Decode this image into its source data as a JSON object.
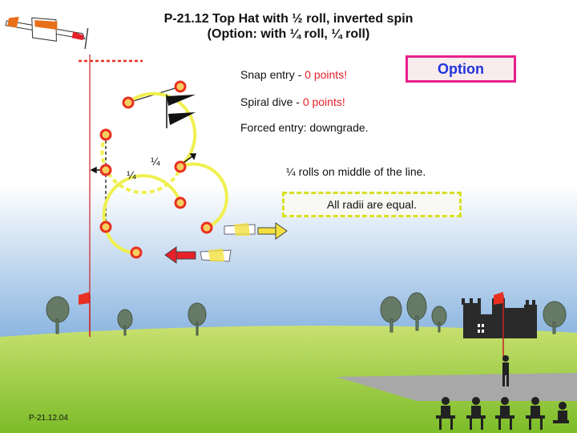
{
  "title_line1": "P-21.12 Top Hat with ½ roll, inverted spin",
  "title_line2": "(Option: with ¼ roll, ¼ roll)",
  "notes": {
    "snap_prefix": "Snap entry - ",
    "snap_points": "0 points!",
    "spiral_prefix": "Spiral dive - ",
    "spiral_points": "0 points!",
    "forced_entry": "Forced entry: downgrade.",
    "quarter_rolls": "¼ rolls on middle of the line."
  },
  "option_label": "Option",
  "radii_label": "All radii are equal.",
  "roll_marks": [
    "¼",
    "¼"
  ],
  "footer_code": "P-21.12.04",
  "colors": {
    "sky": "#8bb5e0",
    "grass": "#8cc832",
    "loop": "#f0f050",
    "marker": "#e83020",
    "accent_red": "#e8202a",
    "option_text": "#2233dd",
    "option_border": "#e8208c"
  },
  "icons": [
    "airplane-icon",
    "flag-icon",
    "tree-icon",
    "castle-icon",
    "judge-icon",
    "arrow-right-icon",
    "arrow-left-icon"
  ]
}
